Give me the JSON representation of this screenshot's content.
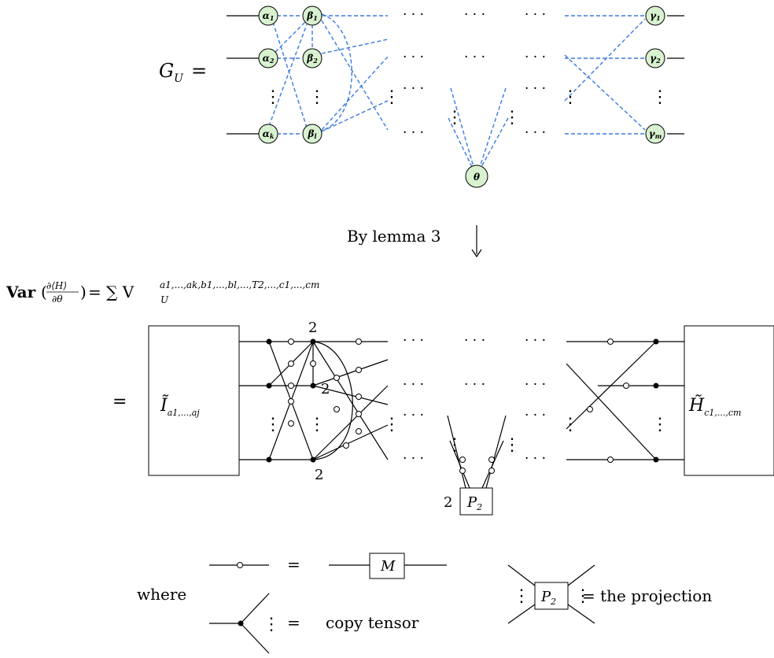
{
  "top": {
    "graph_label": "G",
    "graph_label_sub": "U",
    "equals": "=",
    "alpha_nodes": [
      {
        "sym": "α",
        "sub": "1"
      },
      {
        "sym": "α",
        "sub": "2"
      },
      {
        "sym": "α",
        "sub": "k"
      }
    ],
    "beta_nodes": [
      {
        "sym": "β",
        "sub": "1"
      },
      {
        "sym": "β",
        "sub": "2"
      },
      {
        "sym": "β",
        "sub": "l"
      }
    ],
    "gamma_nodes": [
      {
        "sym": "γ",
        "sub": "1"
      },
      {
        "sym": "γ",
        "sub": "2"
      },
      {
        "sym": "γ",
        "sub": "m"
      }
    ],
    "theta_node": "θ",
    "hdots": "· · ·",
    "vdots": "⋮"
  },
  "arrow": {
    "label": "By lemma 3"
  },
  "variance": {
    "lhs": "Var",
    "frac_num": "∂⟨H⟩",
    "frac_den": "∂θ",
    "rhs_sum": "= ∑ V",
    "rhs_sub": "U",
    "rhs_sup": "a1,...,ak,b1,...,bl,...,T2,...,c1,...,cm"
  },
  "network": {
    "equals": "=",
    "left_box": {
      "main": "Ĩ",
      "sub": "a1,...,aj"
    },
    "right_box": {
      "main": "H̃",
      "sub": "c1,...,cm"
    },
    "p2_box": {
      "main": "P",
      "sub": "2"
    },
    "mult_top": "2",
    "mult_mid": "2",
    "mult_bottom": "2",
    "mult_p2": "2"
  },
  "legend": {
    "where": "where",
    "eq1": "=",
    "m_box": "M",
    "eq2": "=",
    "copy_label": "copy tensor",
    "p2_main": "P",
    "p2_sub": "2",
    "projection_label": "= the projection"
  }
}
